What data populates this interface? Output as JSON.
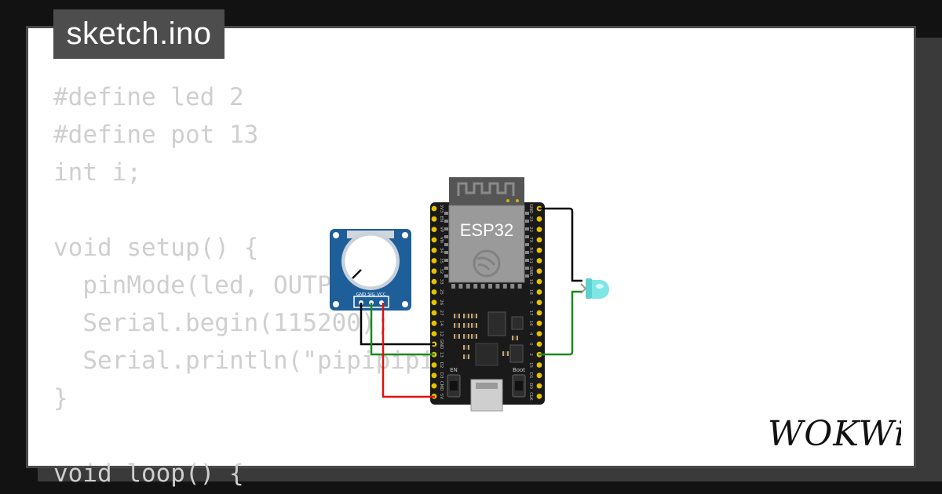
{
  "tab": {
    "filename": "sketch.ino"
  },
  "code_lines": [
    "#define led 2",
    "#define pot 13",
    "int i;",
    "",
    "void setup() {",
    "  pinMode(led, OUTPUT);",
    "  Serial.begin(115200);",
    "  Serial.println(\"pipipipi\");",
    "}",
    "",
    "void loop() {"
  ],
  "board": {
    "label": "ESP32",
    "left_pins": [
      "3V3",
      "EN",
      "VP",
      "VN",
      "34",
      "35",
      "32",
      "33",
      "25",
      "26",
      "27",
      "14",
      "12",
      "GND",
      "13",
      "D2",
      "D3",
      "CMD",
      "5V"
    ],
    "right_pins": [
      "GND",
      "23",
      "22",
      "TX",
      "RX",
      "21",
      "GND",
      "19",
      "18",
      "5",
      "17",
      "16",
      "4",
      "0",
      "2",
      "15",
      "D1",
      "D0",
      "CLK"
    ],
    "button_en": "EN",
    "button_boot": "Boot"
  },
  "potentiometer": {
    "pins": [
      "GND",
      "SIG",
      "VCC"
    ]
  },
  "logo": {
    "text": "WOKWi"
  },
  "colors": {
    "background": "#121212",
    "card": "#ffffff",
    "tab": "#4d4d4d",
    "code_text": "#cfcfcf",
    "pot_board": "#1e5f99",
    "esp_board": "#1a1a1a",
    "wire_black": "#000000",
    "wire_green": "#1a8a1a",
    "wire_red": "#e01010",
    "led": "#7fe6e6"
  }
}
